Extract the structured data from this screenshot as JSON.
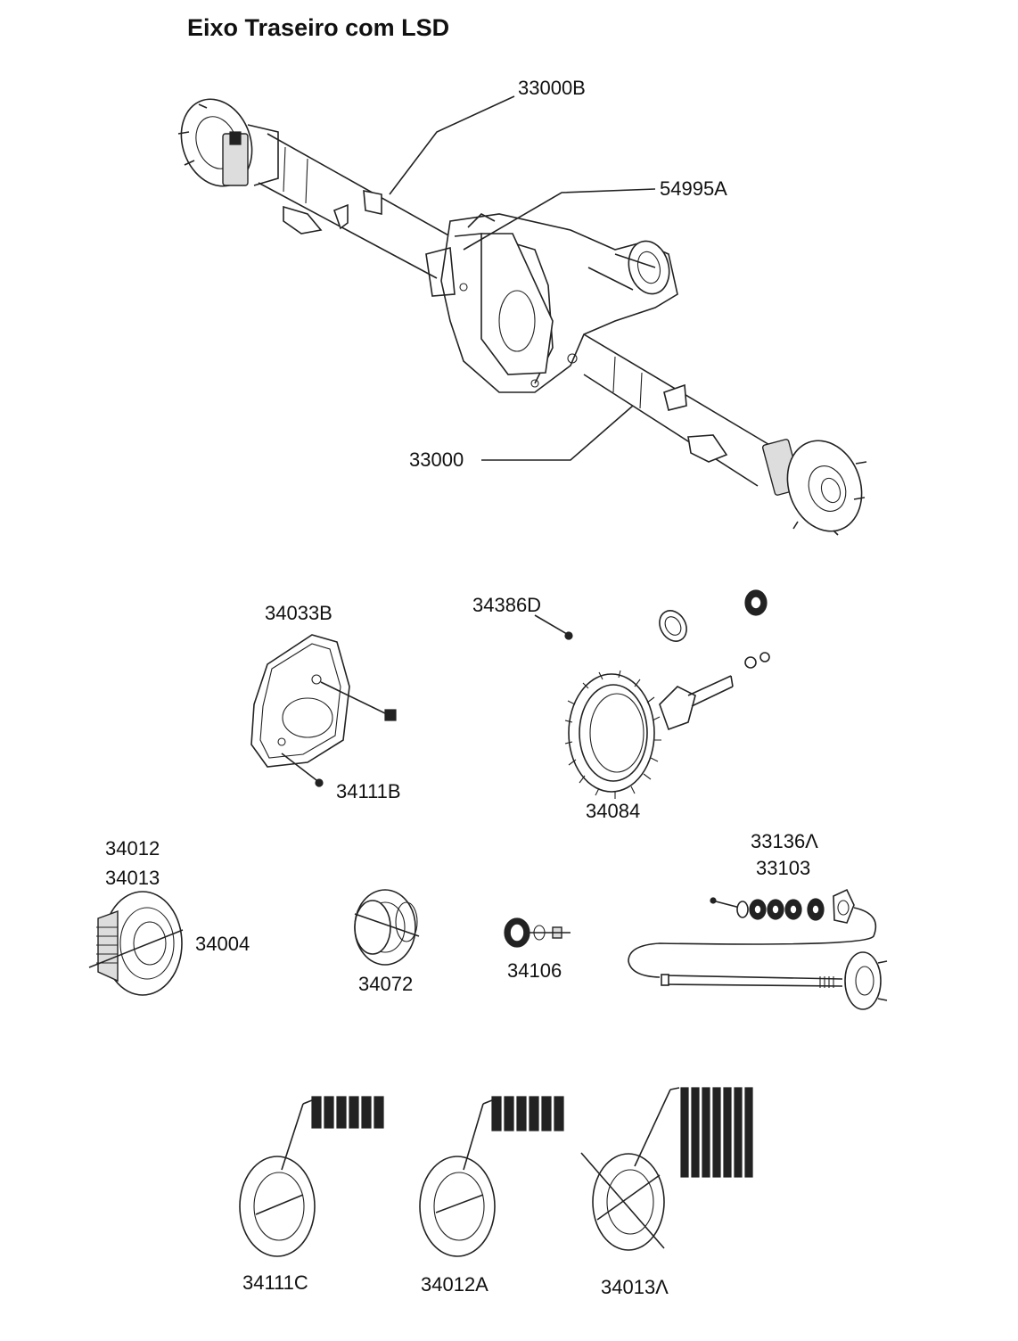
{
  "title": "Eixo Traseiro com LSD",
  "labels": {
    "p33000B": "33000B",
    "p54995A": "54995A",
    "p33000": "33000",
    "p34033B": "34033B",
    "p34386D": "34386D",
    "p34111B": "34111B",
    "p34084": "34084",
    "p34012": "34012",
    "p34013": "34013",
    "p34004": "34004",
    "p34072": "34072",
    "p34106": "34106",
    "p33136A": "33136Λ",
    "p33103": "33103",
    "p34111C": "34111C",
    "p34012A": "34012A",
    "p34013A": "34013Λ"
  }
}
